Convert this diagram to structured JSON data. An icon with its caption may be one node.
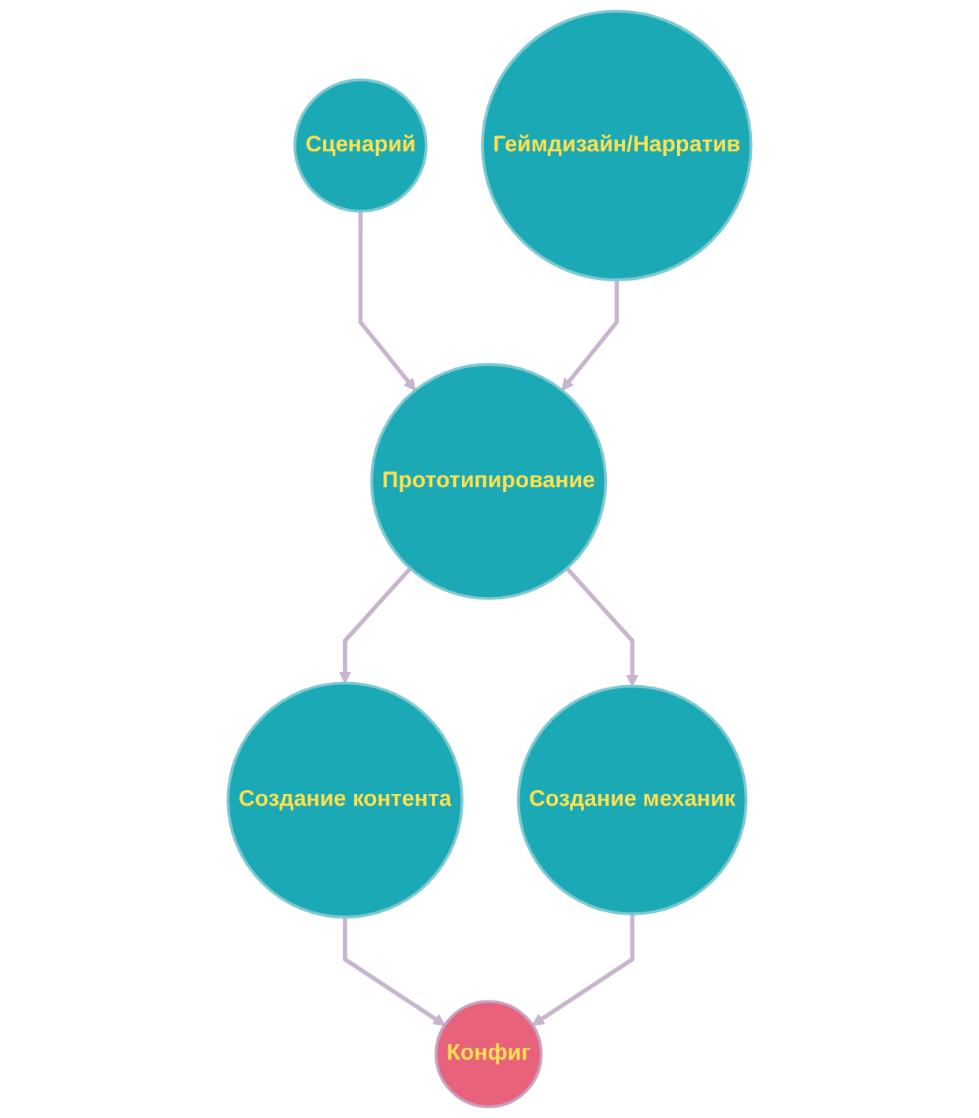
{
  "diagram": {
    "nodes": [
      {
        "text": [
          "Сценарий"
        ]
      },
      {
        "text": [
          "Геймдизайн/Нарратив"
        ]
      },
      {
        "text": [
          "Прототипирование"
        ]
      },
      {
        "text": [
          "Создание контента"
        ]
      },
      {
        "text": [
          "Создание механик"
        ]
      },
      {
        "text": [
          "Конфиг"
        ]
      }
    ],
    "edges": [
      {
        "from": 0,
        "to": 2,
        "arrow": "to"
      },
      {
        "from": 1,
        "to": 2,
        "arrow": "to"
      },
      {
        "from": 2,
        "to": 3,
        "arrow": "to"
      },
      {
        "from": 2,
        "to": 4,
        "arrow": "to"
      },
      {
        "from": 3,
        "to": 5,
        "arrow": "to"
      },
      {
        "from": 4,
        "to": 5,
        "arrow": "to"
      }
    ]
  }
}
